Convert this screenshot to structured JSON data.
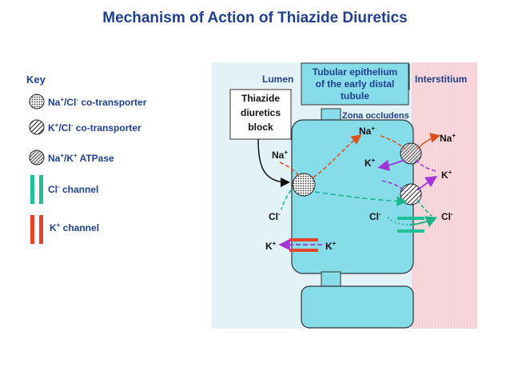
{
  "title": "Mechanism of Action of Thiazide Diuretics",
  "key": {
    "heading": "Key",
    "items": [
      {
        "main": "Na",
        "sup1": "+",
        "mid": "/Cl",
        "sup2": "-",
        "tail": " co-transporter"
      },
      {
        "main": "K",
        "sup1": "+",
        "mid": "/Cl",
        "sup2": "-",
        "tail": " co-transporter"
      },
      {
        "main": "Na",
        "sup1": "+",
        "mid": "/K",
        "sup2": "+",
        "tail": " ATPase"
      },
      {
        "main": "Cl",
        "sup1": "-",
        "mid": "",
        "sup2": "",
        "tail": " channel"
      },
      {
        "main": "K",
        "sup1": "+",
        "mid": "",
        "sup2": "",
        "tail": " channel"
      }
    ]
  },
  "regions": {
    "lumen": "Lumen",
    "interstitium": "Interstitium",
    "epithelium": [
      "Tubular epithelium",
      "of the early distal",
      "tubule"
    ],
    "zona": "Zona occludens"
  },
  "callout": [
    "Thiazide",
    "diuretics",
    "block"
  ],
  "ions": {
    "na_lumen": {
      "base": "Na",
      "sup": "+"
    },
    "na_cell": {
      "base": "Na",
      "sup": "+"
    },
    "na_inter": {
      "base": "Na",
      "sup": "+"
    },
    "k_cell_pump": {
      "base": "K",
      "sup": "+"
    },
    "k_inter_pump": {
      "base": "K",
      "sup": "+"
    },
    "cl_lumen": {
      "base": "Cl",
      "sup": "-"
    },
    "cl_cell": {
      "base": "Cl",
      "sup": "-"
    },
    "cl_inter": {
      "base": "Cl",
      "sup": "-"
    },
    "k_lumen": {
      "base": "K",
      "sup": "+"
    },
    "k_cell_channel": {
      "base": "K",
      "sup": "+"
    }
  },
  "colors": {
    "title": "#1f3f8f",
    "lumen_bg": "#e3f2f7",
    "interstitium_bg": "#f8d8dc",
    "cell_fill": "#87dcea",
    "na_arrow": "#e0521c",
    "k_arrow": "#a335d8",
    "cl_arrow": "#19b387",
    "cl_channel": "#1fbf9a",
    "k_channel": "#e8432a"
  }
}
